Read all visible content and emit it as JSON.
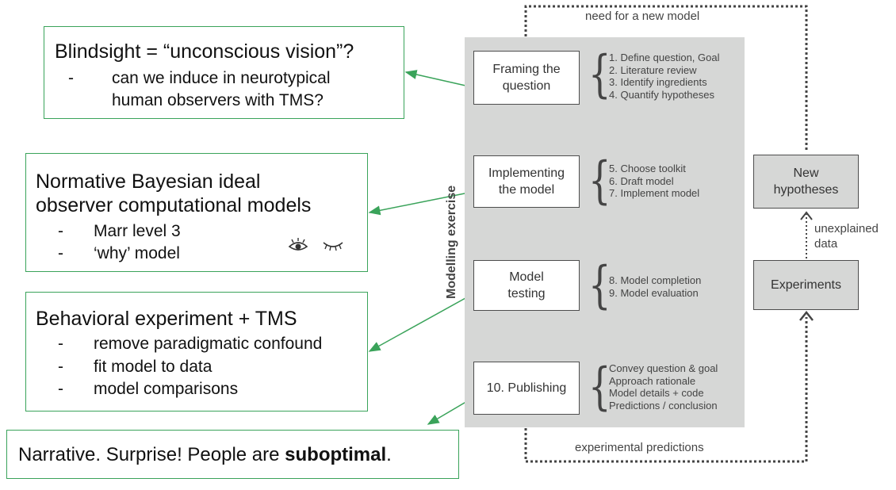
{
  "notes": {
    "blindsight": {
      "title": "Blindsight = “unconscious vision”?",
      "bullets": [
        "can we induce in neurotypical",
        "human observers with TMS?"
      ]
    },
    "normative": {
      "title_line1": "Normative Bayesian ideal",
      "title_line2": "observer computational models",
      "bullets": [
        "Marr level 3",
        "‘why’ model"
      ]
    },
    "behavioral": {
      "title": "Behavioral experiment + TMS",
      "bullets": [
        "remove paradigmatic confound",
        "fit model to data",
        "model comparisons"
      ]
    },
    "narrative": {
      "prefix": "Narrative. Surprise! People are ",
      "bold": "suboptimal",
      "suffix": "."
    },
    "bullet_dash": "-"
  },
  "workflow": {
    "panel_label": "Modelling exercise",
    "steps": [
      {
        "label_line1": "Framing the",
        "label_line2": "question",
        "items": [
          "1. Define question, Goal",
          "2. Literature review",
          "3. Identify ingredients",
          "4. Quantify hypotheses"
        ]
      },
      {
        "label_line1": "Implementing",
        "label_line2": "the model",
        "items": [
          "5. Choose toolkit",
          "6. Draft model",
          "7. Implement model"
        ]
      },
      {
        "label_line1": "Model",
        "label_line2": "testing",
        "items": [
          "8. Model completion",
          "9. Model evaluation"
        ]
      },
      {
        "label_line1": "10. Publishing",
        "label_line2": "",
        "items": [
          "Convey question & goal",
          "Approach rationale",
          "Model details + code",
          "Predictions / conclusion"
        ]
      }
    ],
    "top_label": "need for a new model",
    "bottom_label": "experimental predictions",
    "side": {
      "new_hypotheses_line1": "New",
      "new_hypotheses_line2": "hypotheses",
      "experiments": "Experiments",
      "unexplained_line1": "unexplained",
      "unexplained_line2": "data"
    },
    "icons": [
      "eye-open-icon",
      "eye-closed-icon"
    ]
  },
  "colors": {
    "note_border": "#3aa35a",
    "panel": "#d6d7d6",
    "arrow_green": "#3aa35a"
  }
}
